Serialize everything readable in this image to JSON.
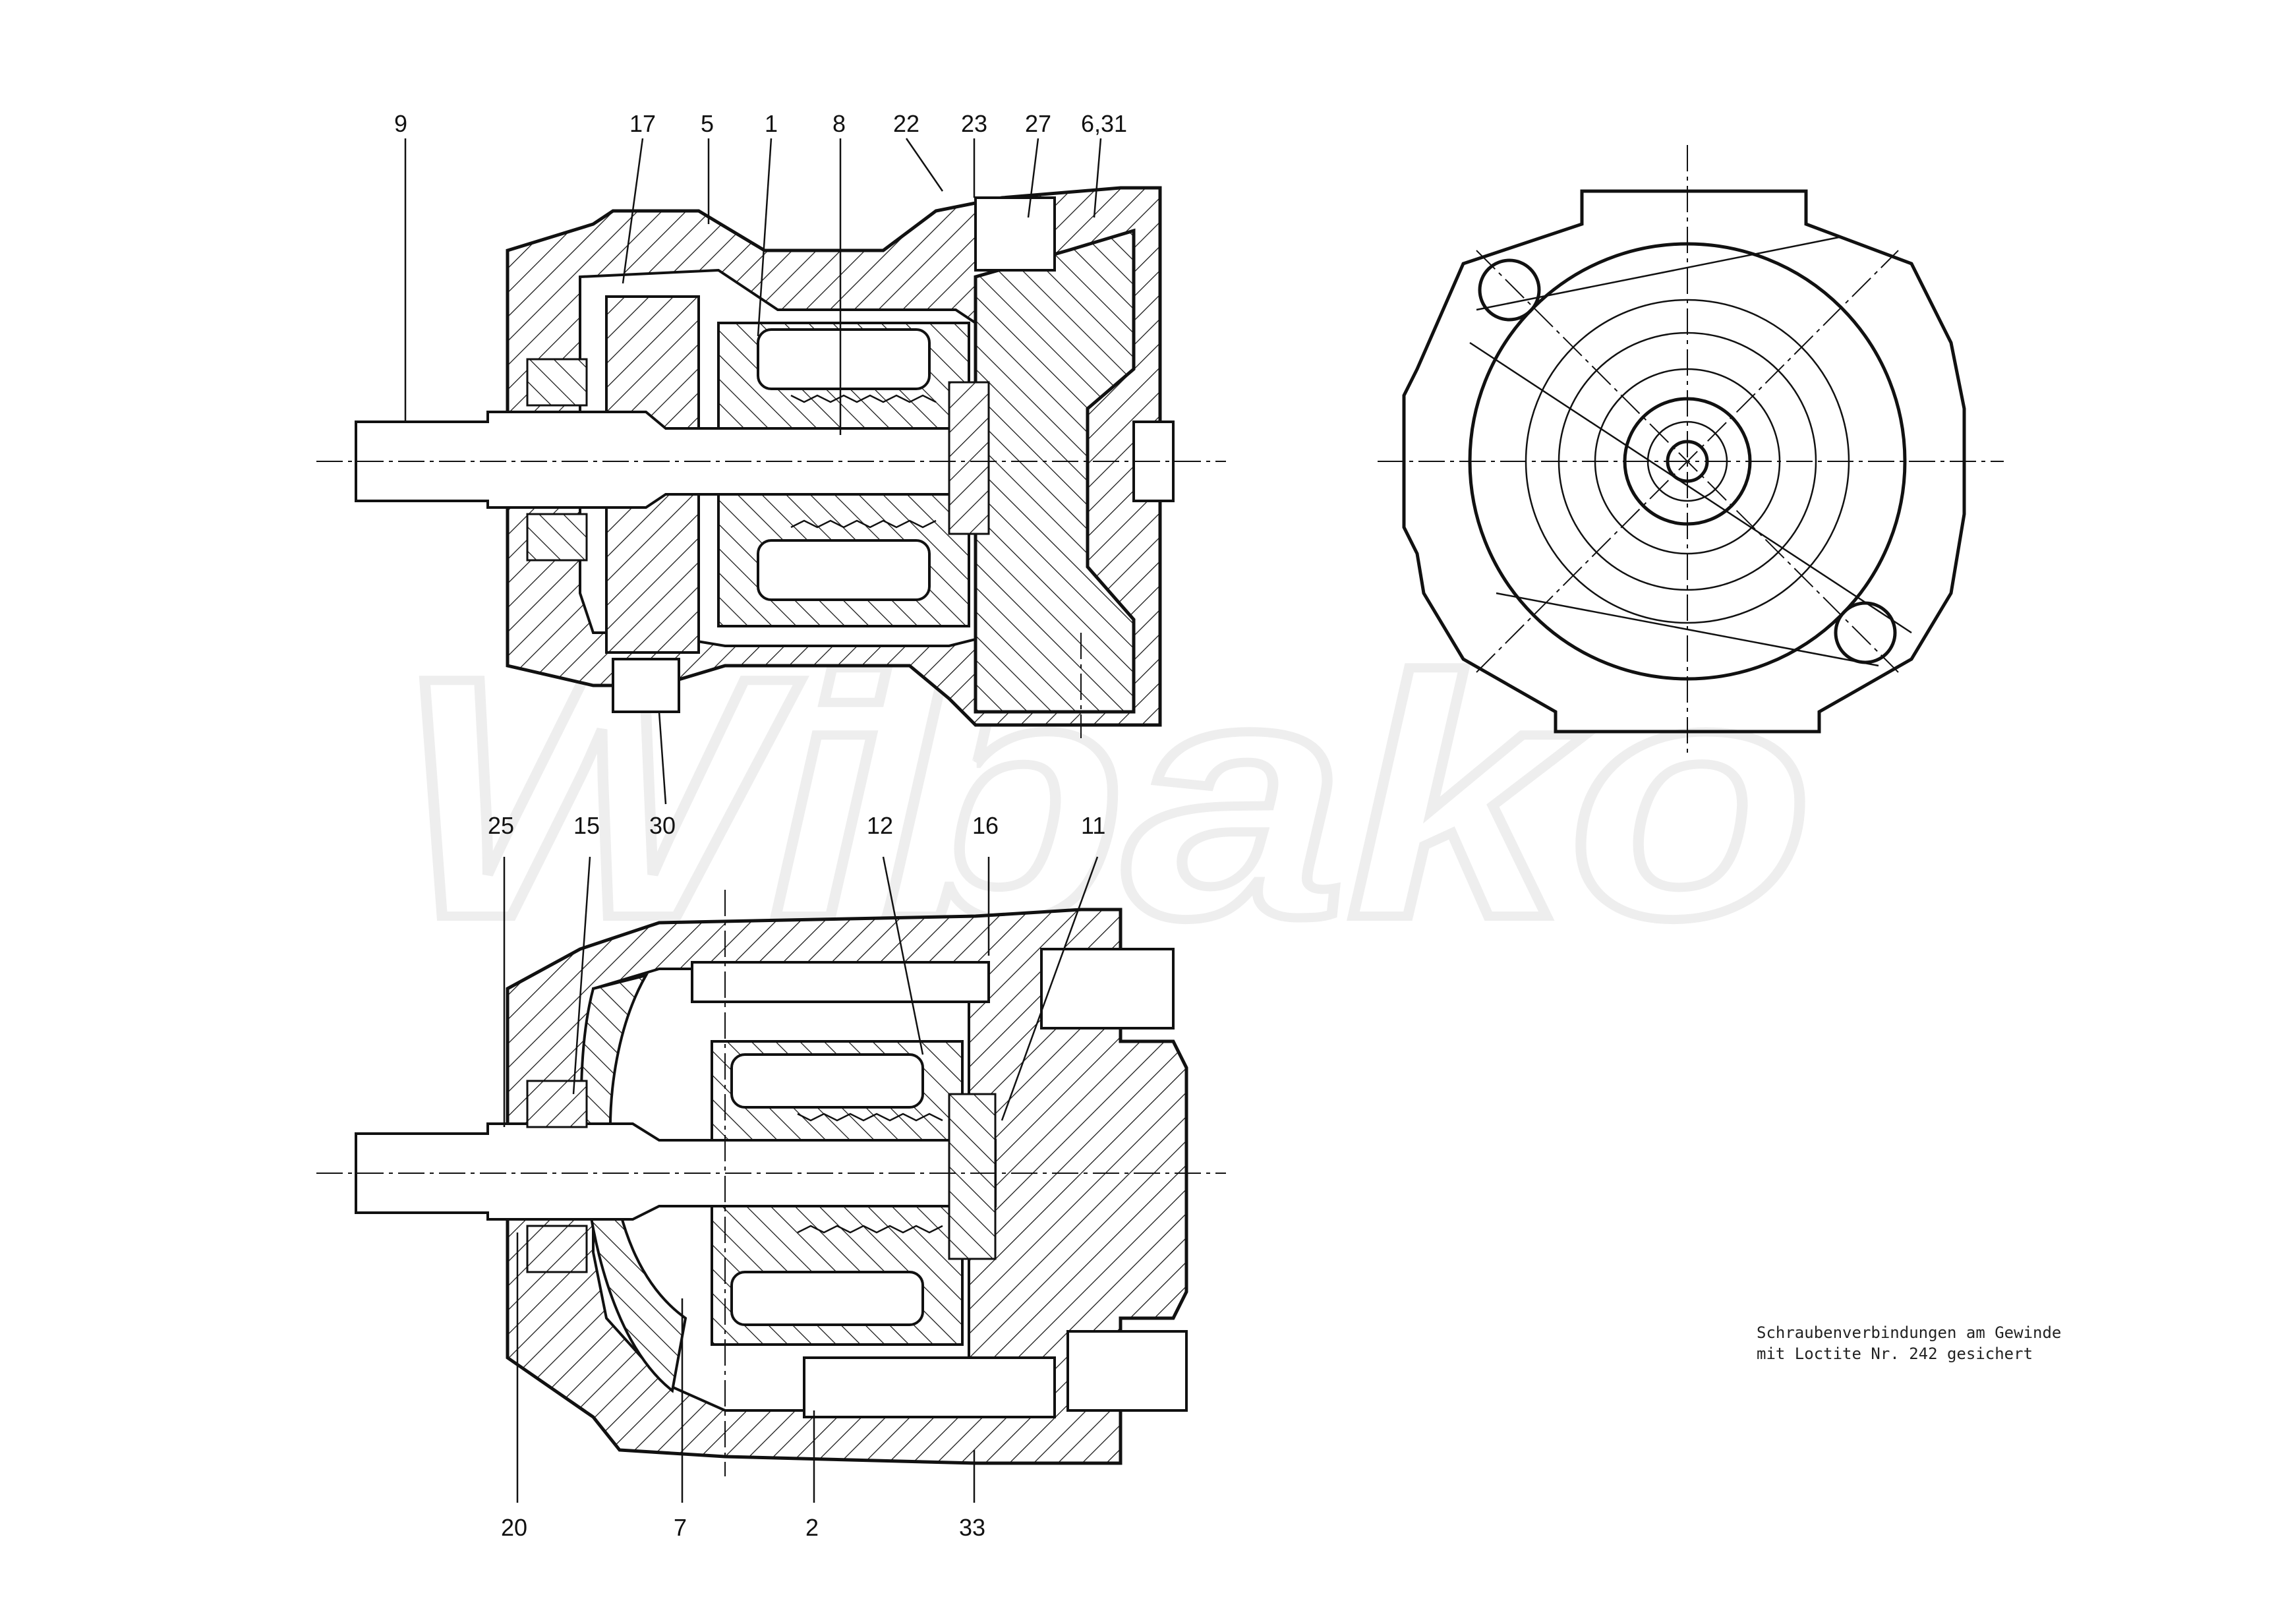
{
  "watermark": {
    "text": "Wibako"
  },
  "callouts": {
    "top_view": [
      "9",
      "17",
      "5",
      "1",
      "8",
      "22",
      "23",
      "27",
      "6,31",
      "30"
    ],
    "section_view": [
      "25",
      "15",
      "12",
      "16",
      "11",
      "20",
      "7",
      "2",
      "33"
    ]
  },
  "note": {
    "line1": "Schraubenverbindungen am Gewinde",
    "line2": "mit Loctite Nr. 242 gesichert"
  }
}
